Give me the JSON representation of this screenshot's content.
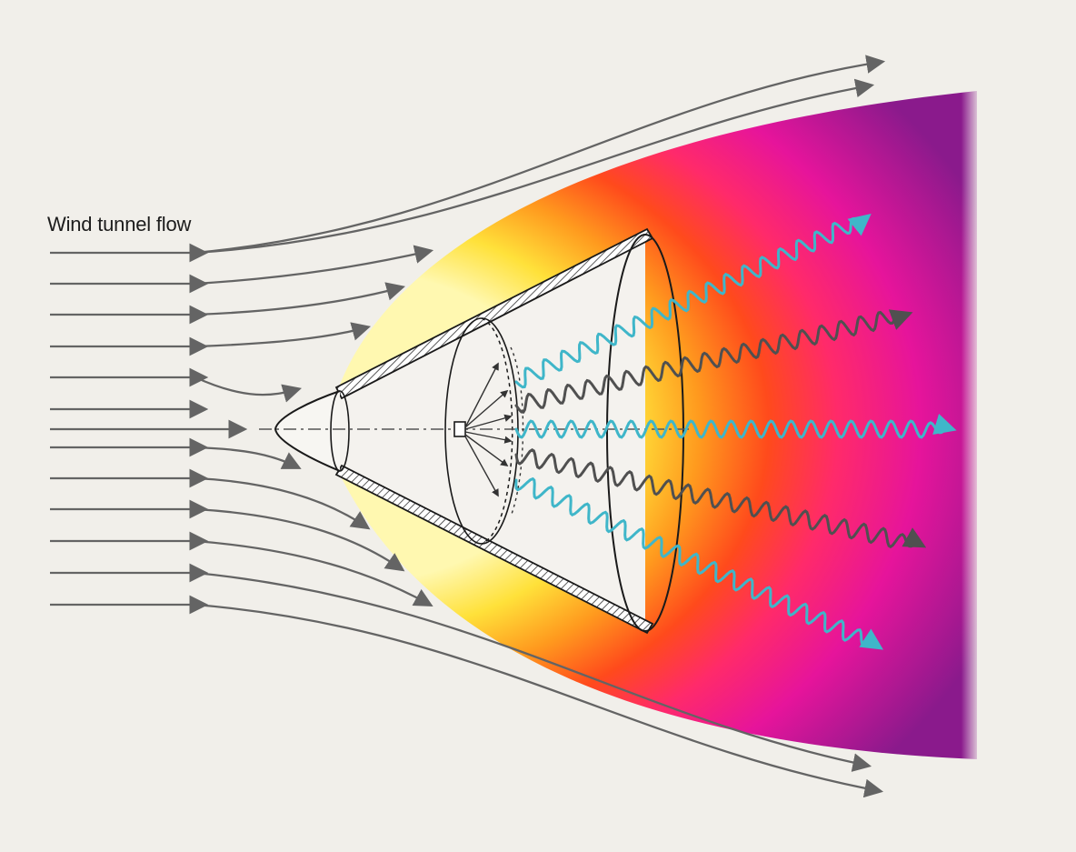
{
  "label": {
    "flow": "Wind tunnel flow"
  },
  "colors": {
    "background": "#f1efea",
    "streamline": "#646464",
    "outline": "#1a1a1a",
    "wave_cyan": "#3fb6c9",
    "wave_gray": "#505050",
    "heat_hot": "#ffe13a",
    "heat_mid": "#ff4a1c",
    "heat_cool": "#e6149b",
    "heat_outer": "#8a1a8c"
  },
  "icons": {
    "streamline_arrow": "arrow-head",
    "sensor": "sensor-box-icon",
    "wave": "wavy-arrow"
  }
}
